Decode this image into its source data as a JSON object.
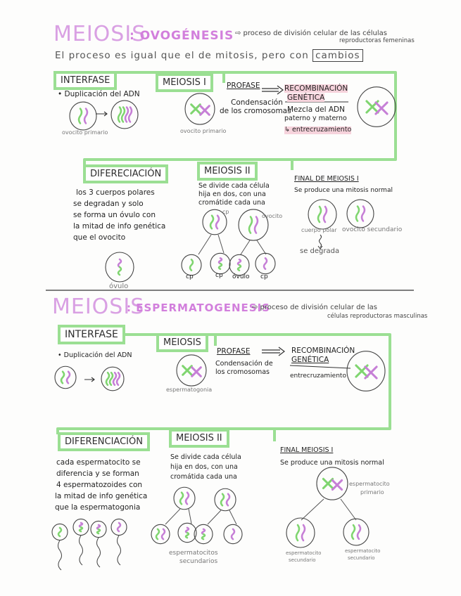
{
  "colors": {
    "title": "#d9a0e3",
    "frame": "#9bdf93",
    "chromosome_green": "#7fd56f",
    "chromosome_purple": "#c67fd6",
    "highlight": "#f6d3dc"
  },
  "ovogenesis": {
    "title": "MEIOSIS",
    "subtitle": ": OVOGÉNESIS",
    "note_line1": "⇨ proceso de división celular de las células",
    "note_line2": "reproductoras femeninas",
    "intro": "El proceso es igual que el de mitosis, pero con",
    "intro_box": "cambios",
    "interfase": {
      "label": "INTERFASE",
      "text": "• Duplicación del ADN",
      "cell_label": "ovocito primario"
    },
    "meiosis1": {
      "label": "MEIOSIS I",
      "cell_label": "ovocito primario"
    },
    "profase": {
      "label": "PROFASE",
      "text1": "Condensación",
      "text2": "de los cromosomas"
    },
    "recombinacion": {
      "label1": "RECOMBINACIÓN",
      "label2": "GENÉTICA",
      "text1": "Mezcla del ADN",
      "text2": "paterno y materno",
      "text3": "↳ entrecruzamiento"
    },
    "diferenciacion": {
      "label": "DIFERECIACIÓN",
      "lines": [
        "los 3 cuerpos polares",
        "se degradan y solo",
        "se forma un óvulo con",
        "la mitad de info genética",
        "que el ovocito"
      ],
      "cell_label": "óvulo"
    },
    "meiosis2": {
      "label": "MEIOSIS II",
      "lines": [
        "Se divide cada célula",
        "hija en dos, con una",
        "cromátide cada una"
      ],
      "cp": "cp",
      "ovocito": "ovocito",
      "children": [
        "cp",
        "cp",
        "óvulo",
        "cp"
      ]
    },
    "final": {
      "label": "FINAL DE MEIOSIS I",
      "text": "Se produce una mitosis normal",
      "cell1": "cuerpo polar",
      "cell2": "ovocito secundario",
      "degrada": "se degrada"
    }
  },
  "espermatogenesis": {
    "title": "MEIOSIS",
    "subtitle": ": ESPERMATOGENESIS",
    "note_line1": "⇨ proceso de división celular de las",
    "note_line2": "células reproductoras masculinas",
    "interfase": {
      "label": "INTERFASE",
      "text": "• Duplicación del ADN"
    },
    "meiosis": {
      "label": "MEIOSIS",
      "cell_label": "espermatogonia"
    },
    "profase": {
      "label": "PROFASE",
      "text1": "Condensación de",
      "text2": "los cromosomas"
    },
    "recombinacion": {
      "label1": "RECOMBINACIÓN",
      "label2": "GENÉTICA",
      "text1": "entrecruzamiento"
    },
    "diferenciacion": {
      "label": "DIFERENCIACIÓN",
      "lines": [
        "cada espermatocito se",
        "diferencia y se forman",
        "4 espermatozoides con",
        "la mitad de info genética",
        "que la espermatogonia"
      ]
    },
    "meiosis2": {
      "label": "MEIOSIS II",
      "lines": [
        "Se divide cada célula",
        "hija en dos, con una",
        "cromátida cada una"
      ],
      "children_label1": "espermatocitos",
      "children_label2": "secundarios"
    },
    "final": {
      "label": "FINAL MEIOSIS I",
      "text": "Se produce una mitosis normal",
      "parent1": "espermatocito",
      "parent2": "primario",
      "child1a": "espermatocito",
      "child1b": "secundario",
      "child2a": "espermatocito",
      "child2b": "secundario"
    }
  }
}
